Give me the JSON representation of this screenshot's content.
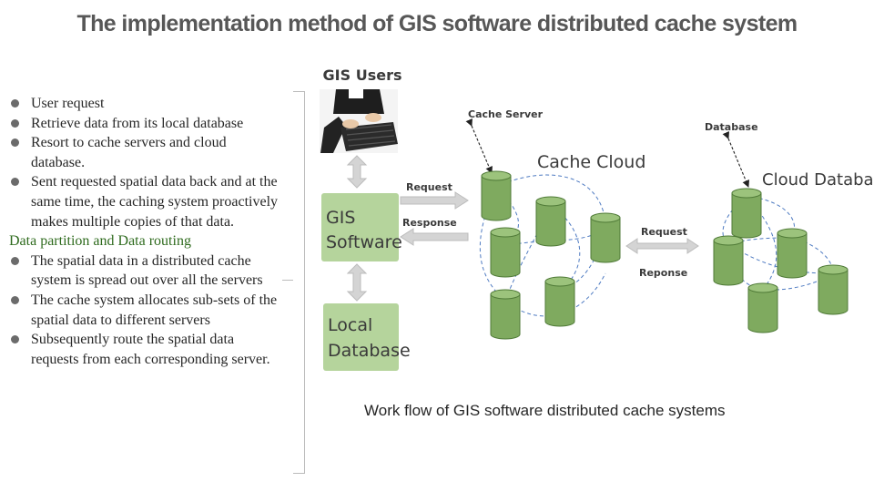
{
  "title": "The implementation method of GIS software distributed cache system",
  "bullets": [
    {
      "type": "item",
      "text": "User request"
    },
    {
      "type": "item",
      "text": "Retrieve data from its local database"
    },
    {
      "type": "item",
      "text": "Resort to cache servers and cloud database."
    },
    {
      "type": "item",
      "text": "Sent requested spatial data back and at the same time, the caching system proactively makes multiple copies of that data."
    },
    {
      "type": "heading",
      "text": "Data partition and Data routing"
    },
    {
      "type": "item",
      "text": "The spatial data in a distributed cache system is spread out over all the servers"
    },
    {
      "type": "item",
      "text": "The cache system allocates sub-sets of the spatial data to different servers"
    },
    {
      "type": "item",
      "text": "Subsequently route the spatial data requests from each corresponding server."
    }
  ],
  "diagram": {
    "gis_users": "GIS Users",
    "gis_software": [
      "GIS",
      "Software"
    ],
    "local_database": [
      "Local",
      "Database"
    ],
    "request_left": "Request",
    "response_left": "Response",
    "cache_server": "Cache Server",
    "cache_cloud": "Cache Cloud",
    "database": "Database",
    "cloud_database": "Cloud Database",
    "request_right": "Request",
    "response_right": "Reponse"
  },
  "caption": "Work flow of GIS software distributed cache systems",
  "colors": {
    "box_fill": "#b5d49c",
    "cylinder_fill": "#7faa5f",
    "cylinder_stroke": "#4f7a37",
    "arrow_fill": "#d4d4d4",
    "cloud_link": "#4f7bc2",
    "heading_text": "#2f6b1e"
  }
}
